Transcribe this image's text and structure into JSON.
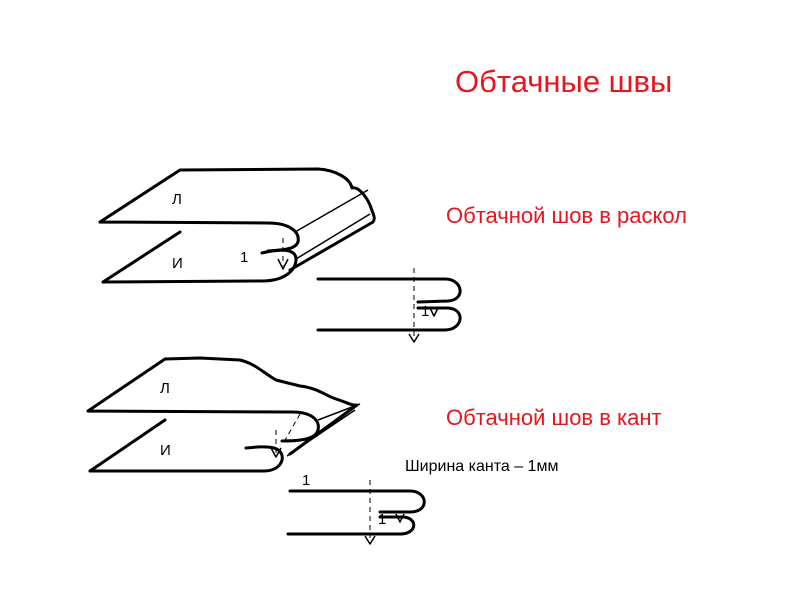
{
  "title": "Обтачные швы",
  "seam_split": {
    "label": "Обтачной шов в раскол",
    "layer_top": "Л",
    "layer_bottom": "И",
    "stitch_3d": "1",
    "stitch_section": "1"
  },
  "seam_piping": {
    "label": "Обтачной шов в кант",
    "layer_top": "Л",
    "layer_bottom": "И",
    "stitch_top": "1",
    "stitch_section": "1",
    "width_note": "Ширина канта – 1мм"
  },
  "colors": {
    "accent": "#e8141e",
    "line": "#000000"
  }
}
